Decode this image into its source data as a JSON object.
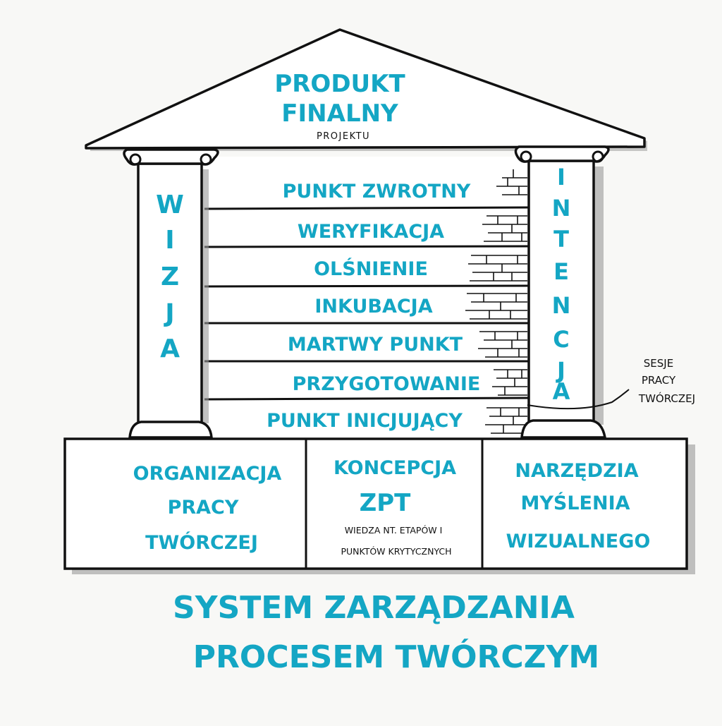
{
  "roof": {
    "title_line1": "PRODUKT",
    "title_line2": "FINALNY",
    "subtitle": "PROJEKTU"
  },
  "left_pillar": {
    "letters": [
      "W",
      "I",
      "Z",
      "J",
      "A"
    ]
  },
  "right_pillar": {
    "letters": [
      "I",
      "N",
      "T",
      "E",
      "N",
      "C",
      "J",
      "A"
    ]
  },
  "stages": [
    "PUNKT ZWROTNY",
    "WERYFIKACJA",
    "OLŚNIENIE",
    "INKUBACJA",
    "MARTWY PUNKT",
    "PRZYGOTOWANIE",
    "PUNKT INICJUJĄCY"
  ],
  "annotation": {
    "line1": "SESJE",
    "line2": "PRACY",
    "line3": "TWÓRCZEJ"
  },
  "base": {
    "left": {
      "line1": "ORGANIZACJA",
      "line2": "PRACY",
      "line3": "TWÓRCZEJ"
    },
    "middle": {
      "line1": "KONCEPCJA",
      "line2": "ZPT",
      "note_line1": "WIEDZA NT. ETAPÓW I",
      "note_line2": "PUNKTÓW KRYTYCZNYCH"
    },
    "right": {
      "line1": "NARZĘDZIA",
      "line2": "MYŚLENIA",
      "line3": "WIZUALNEGO"
    }
  },
  "footer": {
    "line1": "SYSTEM ZARZĄDZANIA",
    "line2": "PROCESEM TWÓRCZYM"
  },
  "colors": {
    "accent": "#14a6c4",
    "ink": "#111111",
    "shadow": "#8a8a8a",
    "background": "#f8f8f6"
  }
}
